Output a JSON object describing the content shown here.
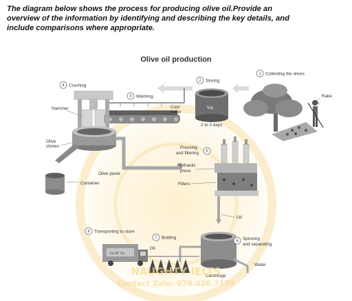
{
  "task": {
    "line1": "The diagram below shows the process for producing olive oil.Provide an",
    "line2": "overview of the information by identifying and describing the key details, and",
    "line3": "include comparisons where appropriate."
  },
  "diagram": {
    "title": "Olive oil production",
    "steps": [
      {
        "num": "1",
        "label": "Collecting the olives"
      },
      {
        "num": "2",
        "label": "Storing"
      },
      {
        "num": "3",
        "label": "Washing"
      },
      {
        "num": "4",
        "label": "Crushing"
      },
      {
        "num": "5",
        "label_line1": "Pressing",
        "label_line2": "and filtering"
      },
      {
        "num": "6",
        "label_line1": "Spinning",
        "label_line2": "and separating"
      },
      {
        "num": "7",
        "label": "Bottling"
      },
      {
        "num": "8",
        "label": "Transporting to store"
      }
    ],
    "labels": {
      "rake": "Rake",
      "vat": "Vat",
      "days": "2 to 3 days",
      "cool_water_1": "Cool",
      "cool_water_2": "water",
      "hammer": "Hammer",
      "olive_stones_1": "Olive",
      "olive_stones_2": "stones",
      "container": "Container",
      "olive_paste": "Olive paste",
      "hydraulic_1": "Hydraulic",
      "hydraulic_2": "press",
      "filters": "Filters",
      "oil_pipe": "Oil",
      "oil_bottles": "Oil",
      "water": "Water",
      "centrifuge": "Centrifuge",
      "truck_sign": "OLIVE OIL"
    }
  },
  "watermark": {
    "line1": "NAUGHTY IELTS",
    "line2": "Contact Zalo: 078.426.7174"
  },
  "colors": {
    "accent": "#e9b13a",
    "ink": "#333333",
    "metal": "#b9b9b9"
  }
}
